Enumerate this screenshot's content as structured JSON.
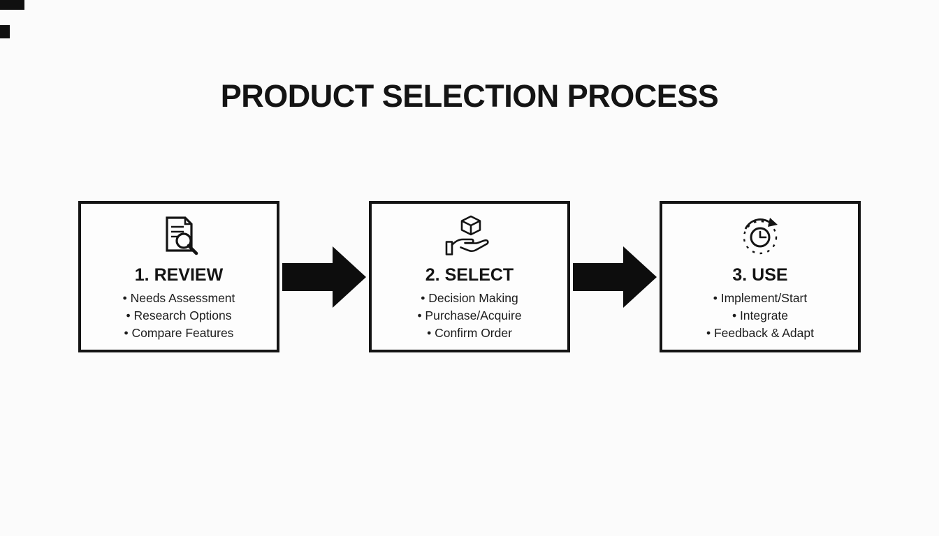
{
  "title": "PRODUCT SELECTION PROCESS",
  "steps": [
    {
      "icon": "document-search-icon",
      "heading": "1. REVIEW",
      "items": [
        "• Needs Assessment",
        "• Research Options",
        "• Compare Features"
      ]
    },
    {
      "icon": "hand-holding-box-icon",
      "heading": "2. SELECT",
      "items": [
        "• Decision Making",
        "• Purchase/Acquire",
        "• Confirm Order"
      ]
    },
    {
      "icon": "clock-cycle-icon",
      "heading": "3. USE",
      "items": [
        "• Implement/Start",
        "• Integrate",
        "• Feedback & Adapt"
      ]
    }
  ],
  "connectors": [
    "arrow-right",
    "arrow-right"
  ],
  "colors": {
    "background": "#fbfbfb",
    "box_border": "#141414",
    "arrow": "#0d0d0d",
    "text": "#161616"
  }
}
